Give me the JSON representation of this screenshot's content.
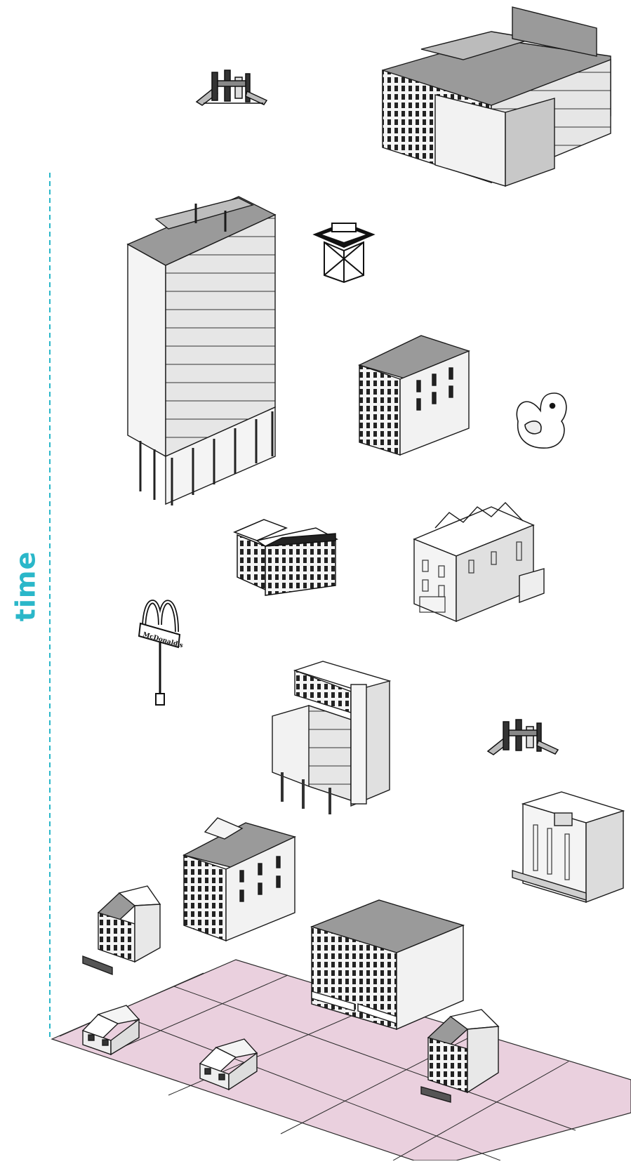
{
  "axis": {
    "label": "time",
    "color": "#2ab7c9",
    "direction": "up"
  },
  "ground": {
    "fill": "#ead0de",
    "grid": "4x3"
  },
  "colors": {
    "roof": "#9a9a9a",
    "wall_dark": "#c8c8c8",
    "wall_light": "#f2f2f2",
    "outline": "#1a1a1a"
  },
  "objects": [
    "playground-set",
    "modern-office-block",
    "highrise-tower",
    "water-tower",
    "brick-rowhouse",
    "rubber-duck",
    "victorian-corner-building",
    "ornate-commercial-building",
    "mcdonalds-sign",
    "stilted-apartment-building",
    "playground-set",
    "open-warehouse",
    "rowhouse",
    "two-story-house",
    "historic-storefront-block",
    "small-bungalow",
    "small-bungalow",
    "two-story-house"
  ],
  "sign": {
    "text": "McDonald's",
    "arch_color": "#ffffff"
  }
}
